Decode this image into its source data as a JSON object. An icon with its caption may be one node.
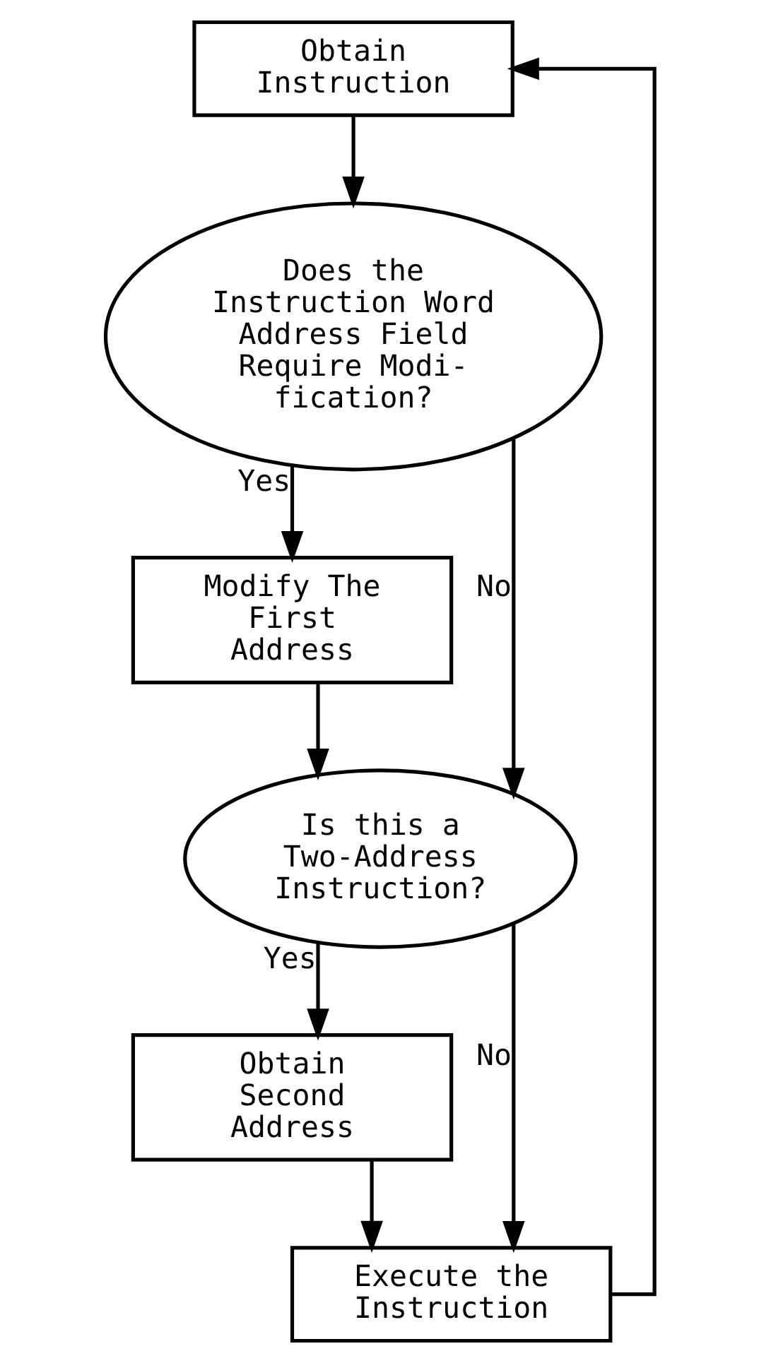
{
  "diagram": {
    "nodes": [
      {
        "text": [
          "Obtain Instruction"
        ]
      },
      {
        "text": [
          "Does the Instruction Word Address Field Require Modi- fication?"
        ]
      },
      {
        "text": [
          "Modify The First Address"
        ]
      },
      {
        "text": [
          "Is this a Two-Address Instruction?"
        ]
      },
      {
        "text": [
          "Obtain Second Address"
        ]
      },
      {
        "text": [
          "Execute the Instruction"
        ]
      }
    ],
    "edges": [
      {
        "from": 0,
        "to": 1,
        "arrow": "to"
      },
      {
        "from": 1,
        "to": 2,
        "arrow": "to",
        "label": "Yes"
      },
      {
        "from": 1,
        "to": 3,
        "arrow": "to",
        "label": "No"
      },
      {
        "from": 2,
        "to": 3,
        "arrow": "to"
      },
      {
        "from": 3,
        "to": 4,
        "arrow": "to",
        "label": "Yes"
      },
      {
        "from": 3,
        "to": 5,
        "arrow": "to",
        "label": "No"
      },
      {
        "from": 4,
        "to": 5,
        "arrow": "to"
      },
      {
        "from": 5,
        "to": 0,
        "arrow": "to"
      }
    ]
  }
}
